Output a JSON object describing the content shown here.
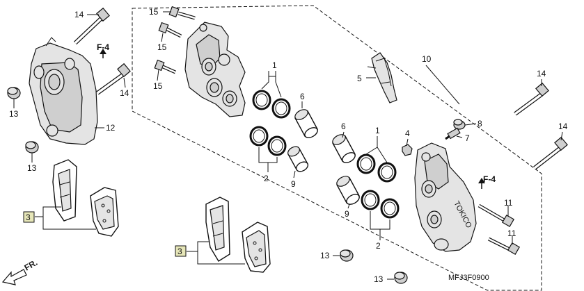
{
  "labels": {
    "l14a": "14",
    "l15a": "15",
    "l15b": "15",
    "l15c": "15",
    "l14b": "14",
    "l13a": "13",
    "l13b": "13",
    "l12": "12",
    "l3a": "3",
    "l1a": "1",
    "l6a": "6",
    "l2a": "2",
    "l9a": "9",
    "l5": "5",
    "l10": "10",
    "l14c": "14",
    "l14d": "14",
    "l8": "8",
    "l7": "7",
    "l4": "4",
    "l6b": "6",
    "l1b": "1",
    "l9b": "9",
    "l2b": "2",
    "l11a": "11",
    "l11b": "11",
    "l3b": "3",
    "l13c": "13",
    "l13d": "13"
  },
  "refs": {
    "f4a": "F-4",
    "f4b": "F-4",
    "fr": "FR."
  },
  "caliper_marking": "TOKICO",
  "diagram_code": "MFJ3F0900"
}
